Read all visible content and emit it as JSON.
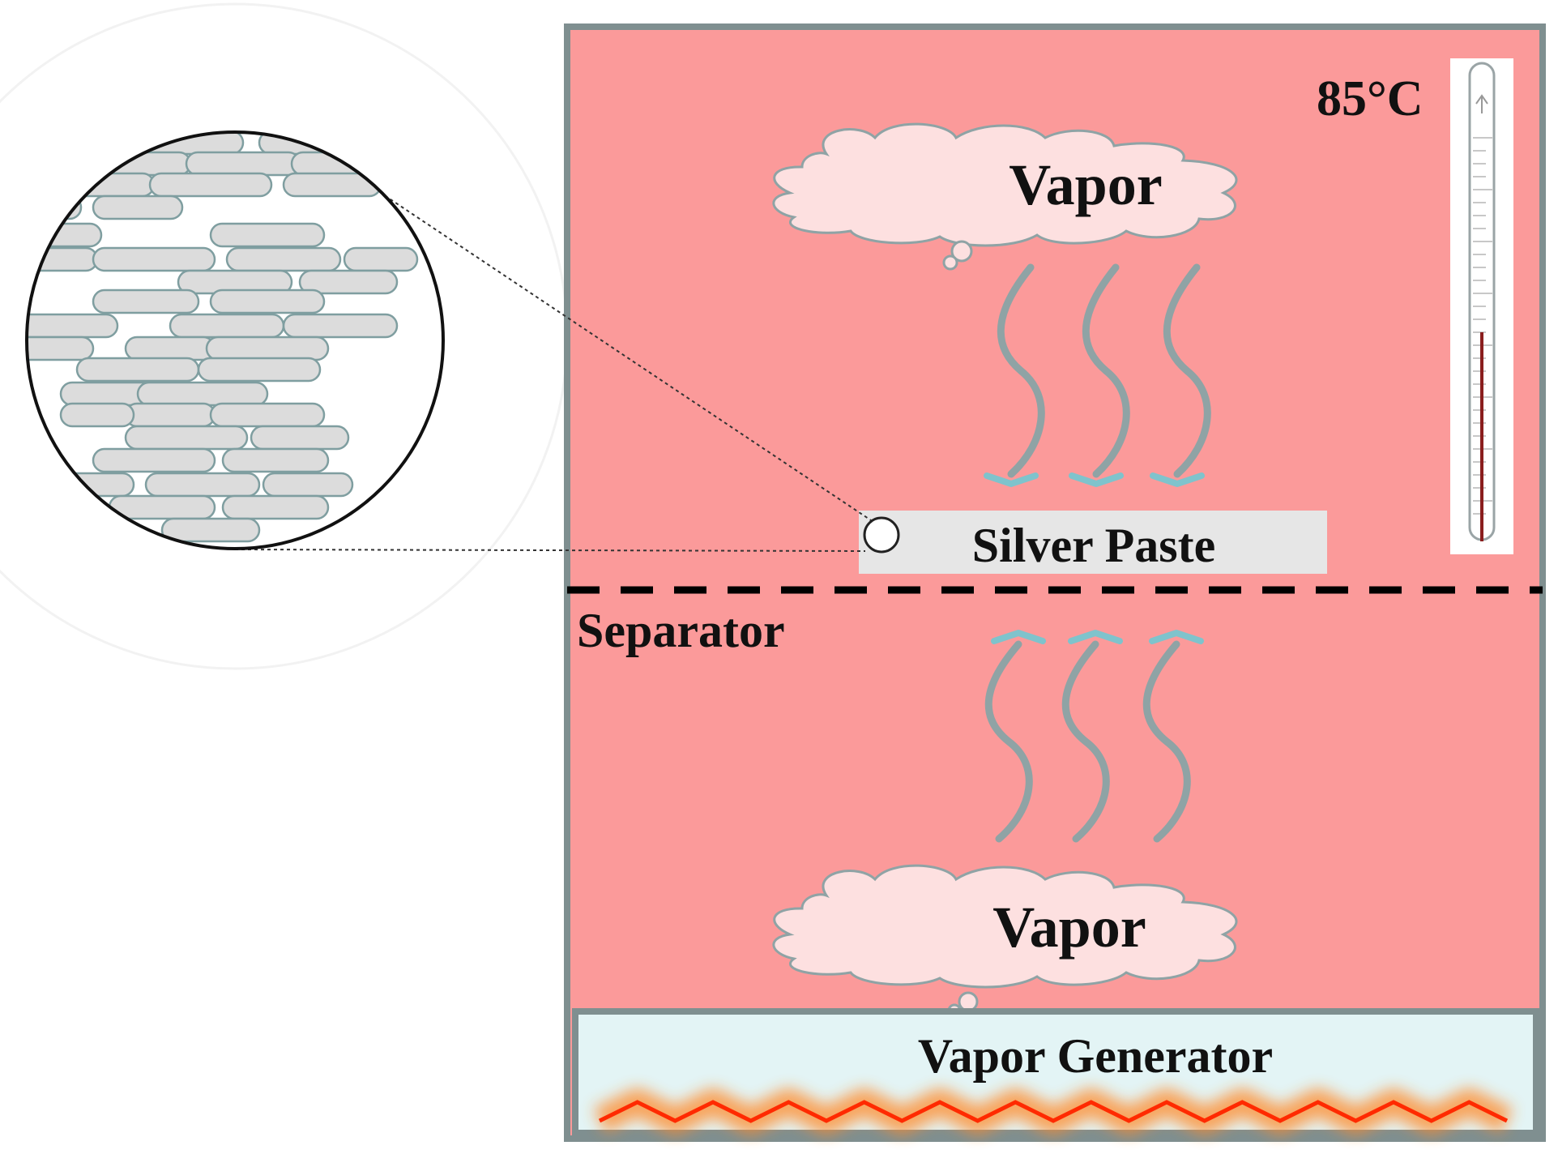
{
  "labels": {
    "temperature": "85°C",
    "vapor_top": "Vapor",
    "vapor_bottom": "Vapor",
    "silver_paste": "Silver Paste",
    "separator": "Separator",
    "vapor_generator": "Vapor Generator"
  },
  "colors": {
    "chamber_fill": "#fb9a9a",
    "chamber_border": "#7f8f90",
    "cloud_fill": "#fde0e0",
    "cloud_stroke": "#8fa3a5",
    "wave_stroke": "#8fa3a5",
    "arrow_head": "#7fc3cc",
    "paste_fill": "#e6e6e6",
    "generator_fill": "#e3f4f5",
    "heater_line": "#ff2a00",
    "heater_glow": "#ff9a3a",
    "flake_fill": "#dcdcdc",
    "flake_stroke": "#7f9ea0"
  },
  "icons": {
    "thermometer": "thermometer-icon",
    "heater": "heating-element-icon",
    "magnifier": "zoom-circle-icon"
  }
}
